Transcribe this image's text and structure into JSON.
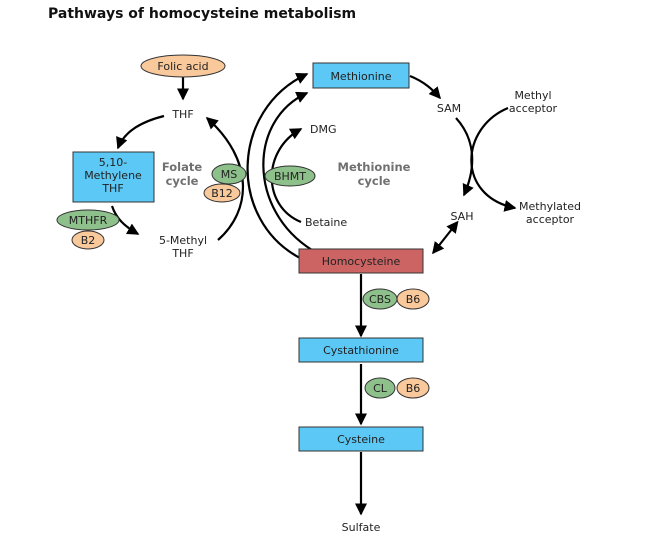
{
  "title": "Pathways of homocysteine metabolism",
  "nodes": {
    "folic_acid": "Folic acid",
    "thf": "THF",
    "methylene_thf": [
      "5,10-",
      "Methylene",
      "THF"
    ],
    "methyl_thf": [
      "5-Methyl",
      "THF"
    ],
    "methionine": "Methionine",
    "sam": "SAM",
    "sah": "SAH",
    "dmg": "DMG",
    "betaine": "Betaine",
    "homocysteine": "Homocysteine",
    "cystathionine": "Cystathionine",
    "cysteine": "Cysteine",
    "sulfate": "Sulfate",
    "methyl_acceptor": [
      "Methyl",
      "acceptor"
    ],
    "methylated_acceptor": [
      "Methylated",
      "acceptor"
    ]
  },
  "cycles": {
    "folate": [
      "Folate",
      "cycle"
    ],
    "methionine": [
      "Methionine",
      "cycle"
    ]
  },
  "cofactors": {
    "ms": "MS",
    "b12": "B12",
    "mthfr": "MTHFR",
    "b2": "B2",
    "bhmt": "BHMT",
    "cbs": "CBS",
    "b6_cbs": "B6",
    "cl": "CL",
    "b6_cl": "B6"
  },
  "colors": {
    "blue_box": "#5bc8f5",
    "red_box": "#cd6464",
    "orange_oval": "#f9c89b",
    "green_oval": "#8dc08a"
  }
}
